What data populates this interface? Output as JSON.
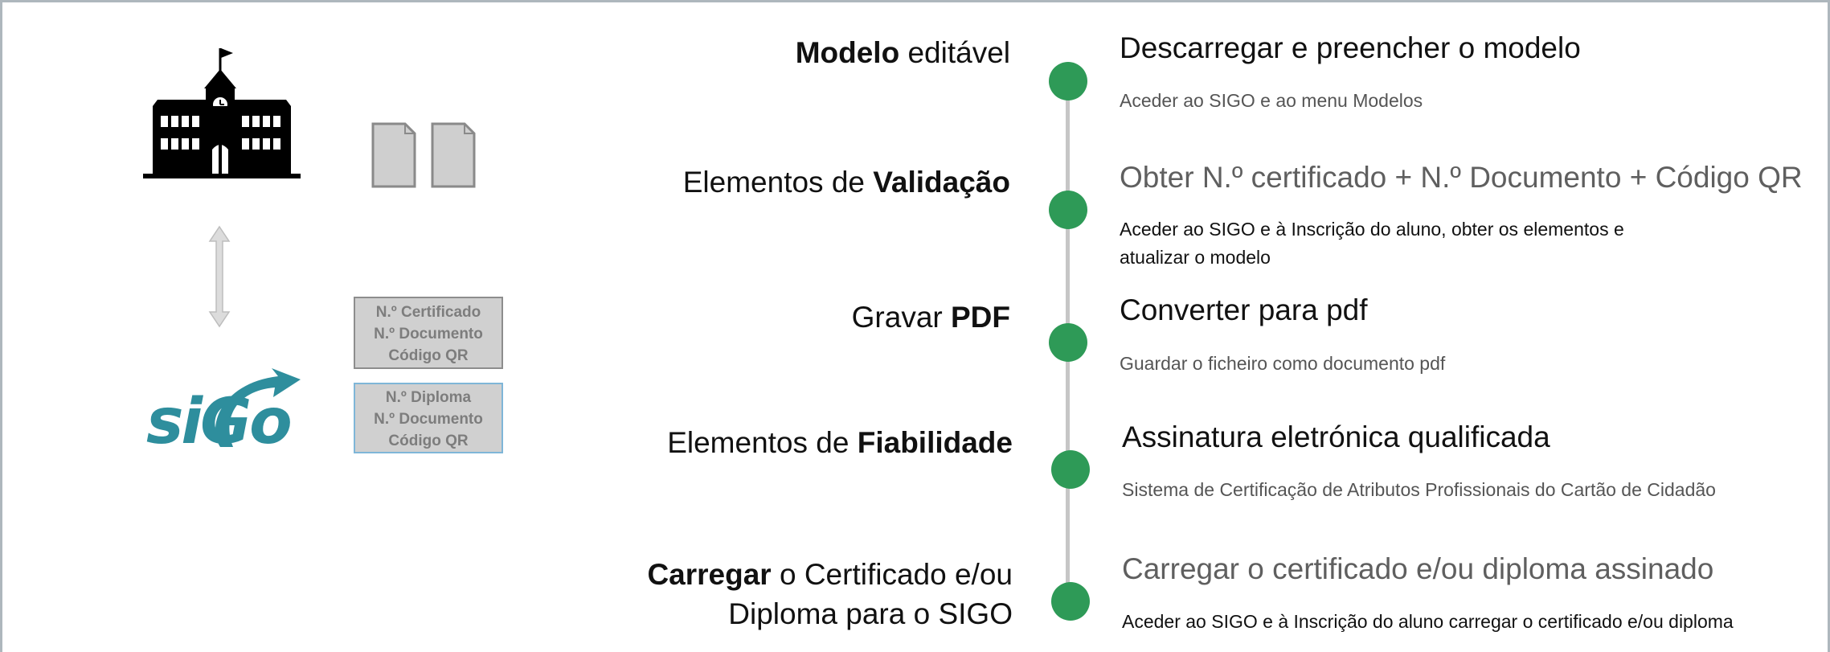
{
  "icons": {
    "school": "school-building-icon",
    "documents": "documents-icon",
    "arrow": "double-arrow-icon"
  },
  "logo": {
    "text": "siGo"
  },
  "element_boxes": {
    "certificate": [
      "N.º Certificado",
      "N.º Documento",
      "Código QR"
    ],
    "diploma": [
      "N.º Diploma",
      "N.º Documento",
      "Código QR"
    ]
  },
  "steps": [
    {
      "label_parts": [
        {
          "text": "Modelo",
          "bold": true
        },
        {
          "text": " editável",
          "bold": false
        }
      ],
      "title": "Descarregar e preencher o modelo",
      "desc": [
        "Aceder ao SIGO e ao menu Modelos"
      ]
    },
    {
      "label_parts": [
        {
          "text": "Elementos de ",
          "bold": false
        },
        {
          "text": "Validação",
          "bold": true
        }
      ],
      "title": "Obter N.º certificado + N.º Documento + Código QR",
      "desc": [
        "Aceder ao SIGO e à  Inscrição do aluno, obter os elementos e",
        "atualizar o modelo"
      ]
    },
    {
      "label_parts": [
        {
          "text": "Gravar ",
          "bold": false
        },
        {
          "text": "PDF",
          "bold": true
        }
      ],
      "title": "Converter para pdf",
      "desc": [
        "Guardar o ficheiro como documento pdf"
      ]
    },
    {
      "label_parts": [
        {
          "text": "Elementos de ",
          "bold": false
        },
        {
          "text": "Fiabilidade",
          "bold": true
        }
      ],
      "title": "Assinatura eletrónica qualificada",
      "desc": [
        "Sistema de Certificação de Atributos Profissionais do Cartão de Cidadão"
      ]
    },
    {
      "label_parts": [
        {
          "text": "Carregar",
          "bold": true
        },
        {
          "text": " o Certificado e/ou",
          "bold": false
        }
      ],
      "label_line2": "Diploma para o SIGO",
      "title": "Carregar o certificado e/ou diploma assinado",
      "desc": [
        "Aceder ao SIGO e à  Inscrição do aluno carregar o certificado e/ou diploma"
      ]
    }
  ],
  "colors": {
    "dot": "#2e9a57",
    "logo": "#2e8e9d",
    "timeline": "#c6c6c6",
    "frame": "#aeb7bd"
  }
}
